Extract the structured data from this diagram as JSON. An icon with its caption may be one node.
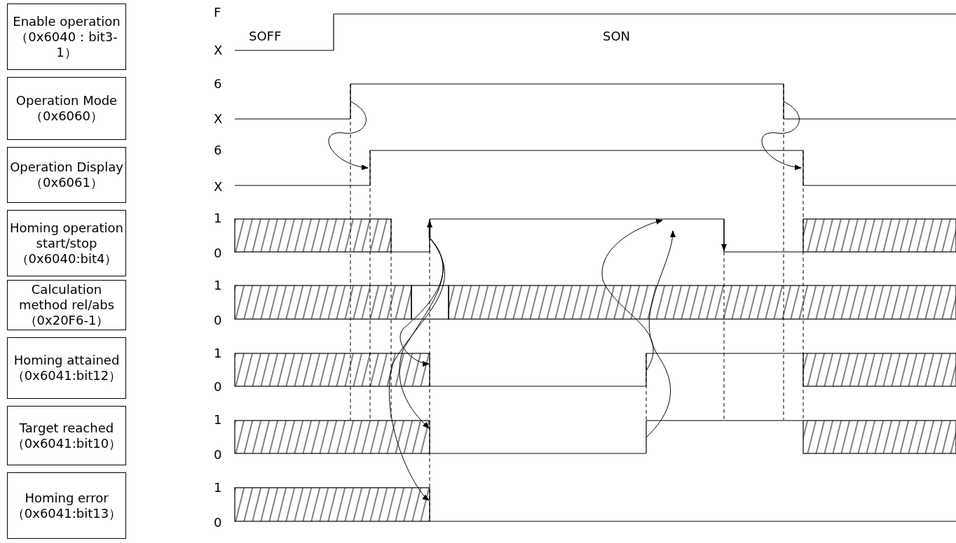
{
  "diagram": {
    "nodes": [
      {
        "text": [
          "Enable operation",
          "（0x6040：bit3-1）"
        ]
      },
      {
        "text": [
          "Operation Mode",
          "（0x6060）"
        ]
      },
      {
        "text": [
          "Operation Display",
          "（0x6061）"
        ]
      },
      {
        "text": [
          "Homing operation start/stop",
          "（0x6040:bit4）"
        ]
      },
      {
        "text": [
          "Calculation method rel/abs（0x20F6-1）"
        ]
      },
      {
        "text": [
          "Homing attained",
          "（0x6041:bit12）"
        ]
      },
      {
        "text": [
          "Target reached",
          "（0x6041:bit10）"
        ]
      },
      {
        "text": [
          "Homing error",
          "（0x6041:bit13）"
        ]
      }
    ],
    "labels": [
      "F",
      "SOFF",
      "SON",
      "X",
      "6",
      "X",
      "6",
      "X",
      "1",
      "0",
      "1",
      "0",
      "1",
      "0",
      "1",
      "0",
      "1",
      "0"
    ]
  }
}
